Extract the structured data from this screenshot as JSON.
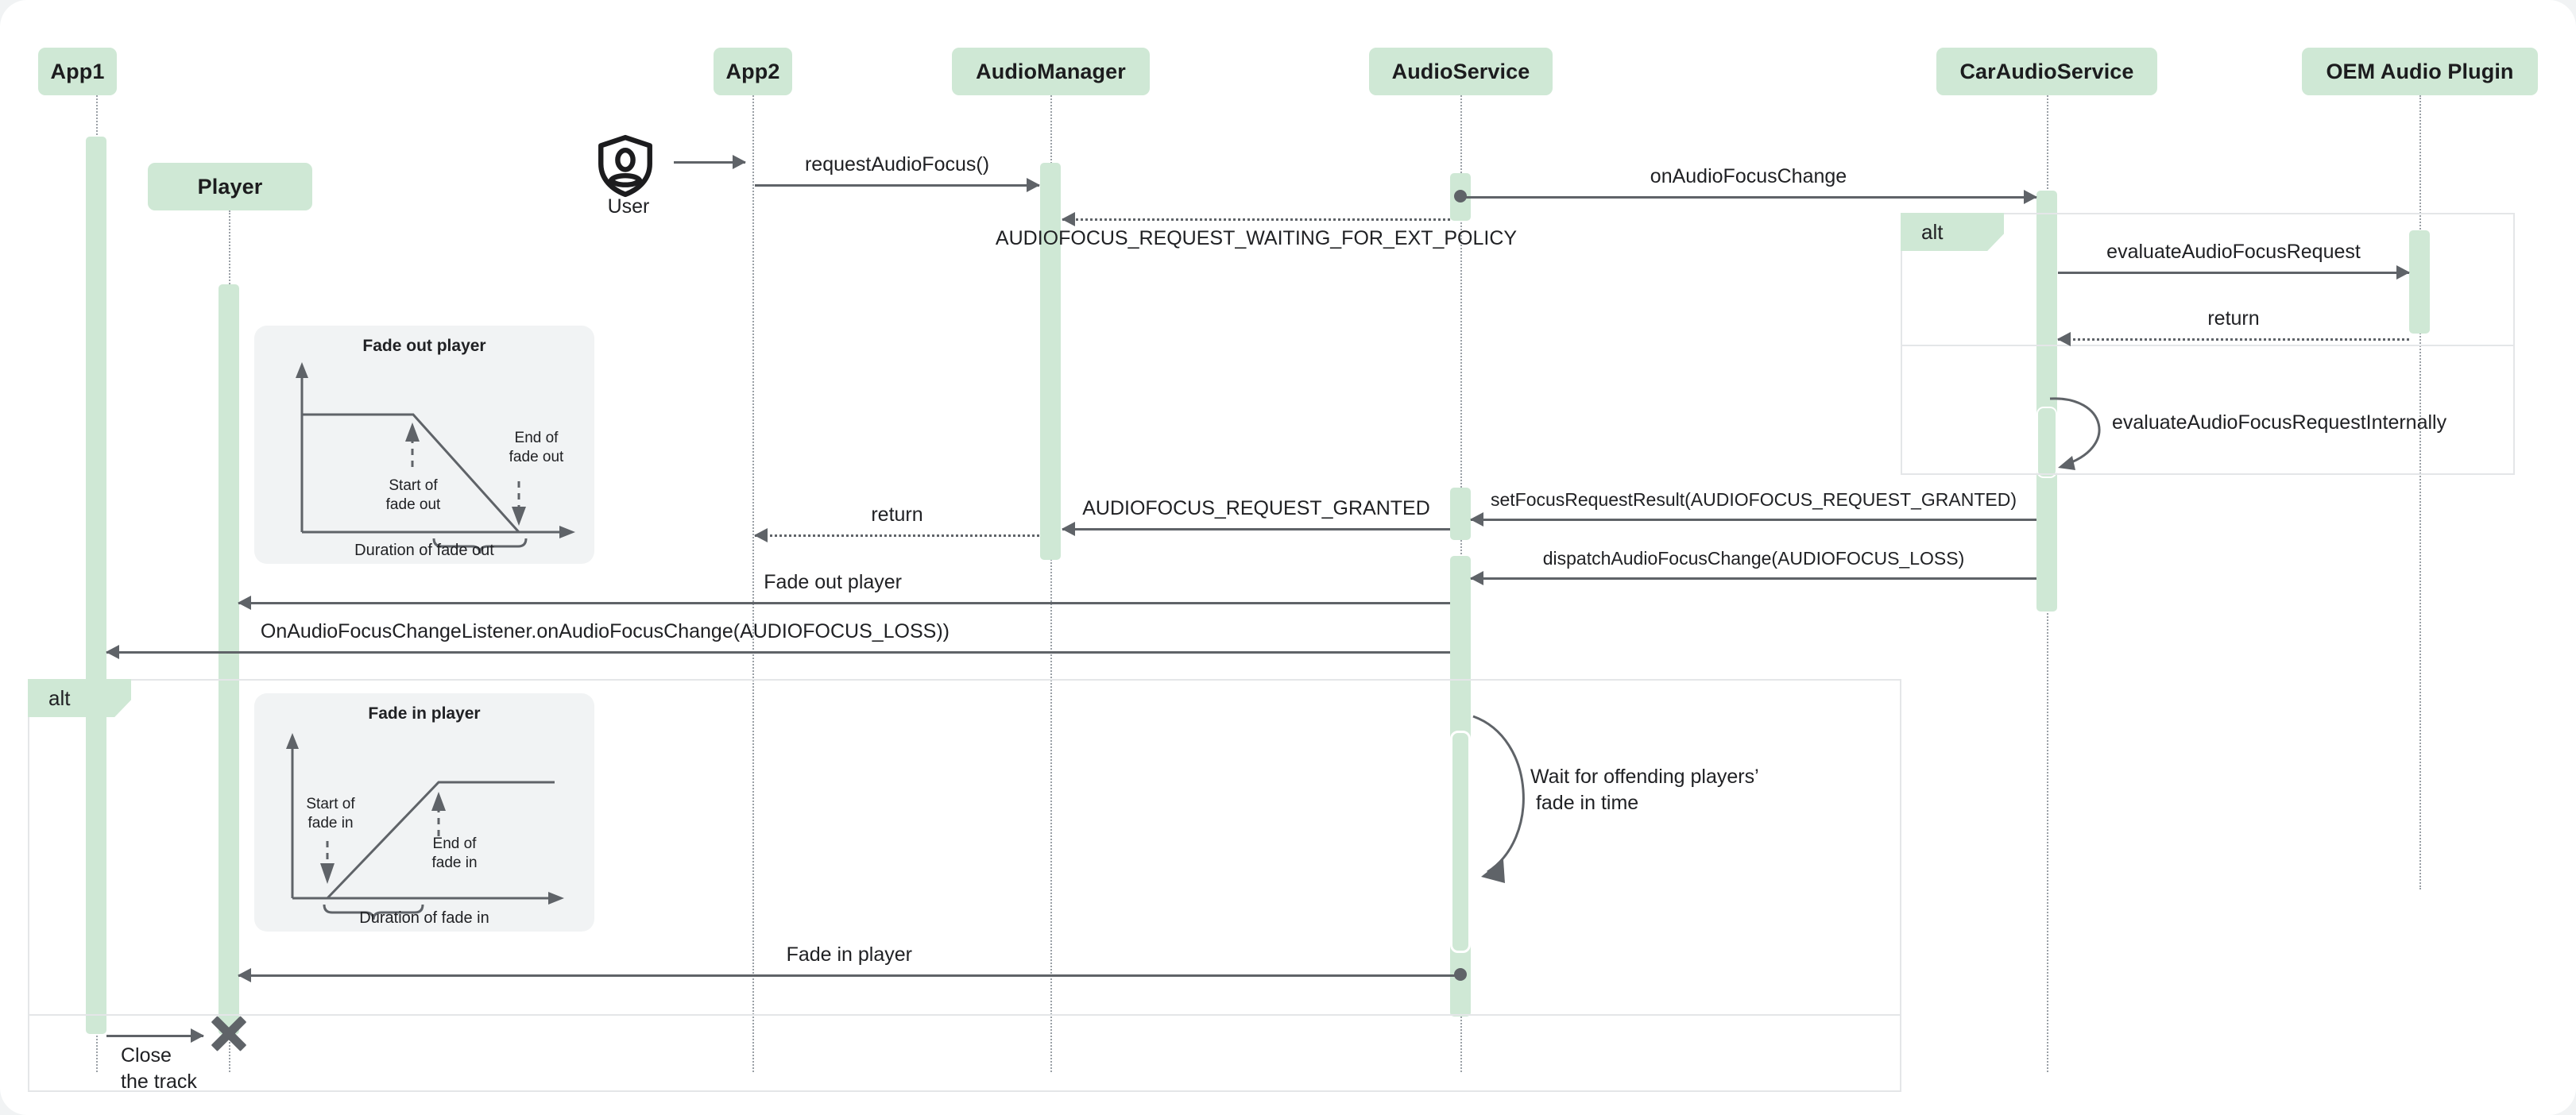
{
  "diagram": {
    "type": "uml-sequence-diagram",
    "title": "Android Automotive audio focus fade out / fade in sequence",
    "colors": {
      "participant_fill": "#cfe8d5",
      "activation_fill": "#cfe8d5",
      "line": "#5f6368",
      "fragment_border": "#e4e6e8",
      "chart_panel": "#f1f3f4",
      "page_background": "#f1f3f4",
      "canvas": "#ffffff",
      "text": "#202124"
    }
  },
  "participants": [
    {
      "id": "app1",
      "label": "App1"
    },
    {
      "id": "player",
      "label": "Player"
    },
    {
      "id": "app2",
      "label": "App2"
    },
    {
      "id": "audiomanager",
      "label": "AudioManager"
    },
    {
      "id": "audioservice",
      "label": "AudioService"
    },
    {
      "id": "caraudioservice",
      "label": "CarAudioService"
    },
    {
      "id": "oemplugin",
      "label": "OEM Audio Plugin"
    }
  ],
  "actor": {
    "name": "User",
    "icon": "shield-person-icon"
  },
  "messages": [
    {
      "id": "m0",
      "label": "requestAudioFocus()",
      "from": "user",
      "to": "audiomanager",
      "style": "solid",
      "direction": "right"
    },
    {
      "id": "m1",
      "label": "onAudioFocusChange",
      "from": "audioservice",
      "to": "caraudioservice",
      "style": "solid",
      "direction": "right"
    },
    {
      "id": "m2",
      "label": "AUDIOFOCUS_REQUEST_WAITING_FOR_EXT_POLICY",
      "from": "audioservice",
      "to": "audiomanager",
      "style": "dotted",
      "direction": "left"
    },
    {
      "id": "m3",
      "label": "evaluateAudioFocusRequest",
      "from": "caraudioservice",
      "to": "oemplugin",
      "style": "solid",
      "direction": "right"
    },
    {
      "id": "m4",
      "label": "return",
      "from": "oemplugin",
      "to": "caraudioservice",
      "style": "dotted",
      "direction": "left"
    },
    {
      "id": "m5",
      "label": "evaluateAudioFocusRequestInternally",
      "from": "caraudioservice",
      "to": "caraudioservice",
      "style": "self",
      "direction": "self"
    },
    {
      "id": "m6",
      "label": "setFocusRequestResult(AUDIOFOCUS_REQUEST_GRANTED)",
      "from": "caraudioservice",
      "to": "audioservice",
      "style": "solid",
      "direction": "left"
    },
    {
      "id": "m7",
      "label": "AUDIOFOCUS_REQUEST_GRANTED",
      "from": "audioservice",
      "to": "audiomanager",
      "style": "solid",
      "direction": "left"
    },
    {
      "id": "m8",
      "label": "return",
      "from": "audiomanager",
      "to": "app2",
      "style": "dotted",
      "direction": "left"
    },
    {
      "id": "m9",
      "label": "dispatchAudioFocusChange(AUDIOFOCUS_LOSS)",
      "from": "caraudioservice",
      "to": "audioservice",
      "style": "solid",
      "direction": "left"
    },
    {
      "id": "m10",
      "label": "Fade out player",
      "from": "audioservice",
      "to": "player",
      "style": "solid",
      "direction": "left"
    },
    {
      "id": "m11",
      "label": "OnAudioFocusChangeListener.onAudioFocusChange(AUDIOFOCUS_LOSS))",
      "from": "audioservice",
      "to": "app1",
      "style": "solid",
      "direction": "left"
    },
    {
      "id": "m12",
      "label": "Wait for offending players’\n fade in time",
      "from": "audioservice",
      "to": "audioservice",
      "style": "self",
      "direction": "self"
    },
    {
      "id": "m13",
      "label": "Fade in player",
      "from": "audioservice",
      "to": "player",
      "style": "solid",
      "direction": "left"
    },
    {
      "id": "m14",
      "label": "Close\nthe track",
      "from": "app1",
      "to": "player",
      "style": "solid",
      "direction": "right"
    }
  ],
  "fragments": [
    {
      "id": "alt-right",
      "label": "alt",
      "covers": [
        "caraudioservice",
        "oemplugin"
      ]
    },
    {
      "id": "alt-left",
      "label": "alt",
      "covers": [
        "app1",
        "player",
        "app2",
        "audiomanager",
        "audioservice"
      ]
    }
  ],
  "charts": [
    {
      "id": "fade-out-chart",
      "type": "line",
      "title": "Fade out player",
      "xlabel": "",
      "ylabel": "",
      "x": [
        0,
        48,
        100
      ],
      "values": [
        100,
        100,
        0
      ],
      "annotations": [
        {
          "text": "Start of\nfade out",
          "role": "callout-up"
        },
        {
          "text": "End of\nfade out",
          "role": "callout-down"
        },
        {
          "text": "Duration of fade out",
          "role": "brace-caption"
        }
      ]
    },
    {
      "id": "fade-in-chart",
      "type": "line",
      "title": "Fade in player",
      "xlabel": "",
      "ylabel": "",
      "x": [
        0,
        20,
        60,
        100
      ],
      "values": [
        0,
        0,
        100,
        100
      ],
      "annotations": [
        {
          "text": "Start of\nfade in",
          "role": "callout-down"
        },
        {
          "text": "End of\nfade in",
          "role": "callout-up"
        },
        {
          "text": "Duration of fade in",
          "role": "brace-caption"
        }
      ]
    }
  ],
  "markers": [
    {
      "id": "player-destroy",
      "type": "destroy-x",
      "on": "player"
    }
  ]
}
